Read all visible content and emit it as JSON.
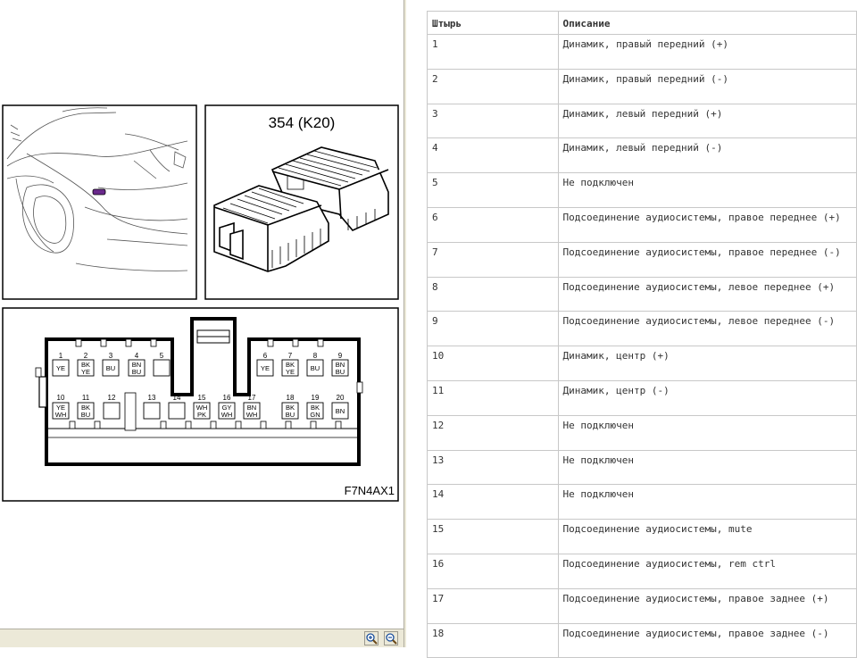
{
  "diagram": {
    "component_label": "354 (K20)",
    "figure_code": "F7N4AX1",
    "pins_top": [
      {
        "num": "1",
        "color": "YE"
      },
      {
        "num": "2",
        "color": "BK\nYE"
      },
      {
        "num": "3",
        "color": "BU"
      },
      {
        "num": "4",
        "color": "BN\nBU"
      },
      {
        "num": "5",
        "color": ""
      },
      {
        "num": "6",
        "color": "YE"
      },
      {
        "num": "7",
        "color": "BK\nYE"
      },
      {
        "num": "8",
        "color": "BU"
      },
      {
        "num": "9",
        "color": "BN\nBU"
      }
    ],
    "pins_bottom": [
      {
        "num": "10",
        "color": "YE\nWH"
      },
      {
        "num": "11",
        "color": "BK\nBU"
      },
      {
        "num": "12",
        "color": ""
      },
      {
        "num": "13",
        "color": ""
      },
      {
        "num": "14",
        "color": ""
      },
      {
        "num": "15",
        "color": "WH\nPK"
      },
      {
        "num": "16",
        "color": "GY\nWH"
      },
      {
        "num": "17",
        "color": "BN\nWH"
      },
      {
        "num": "18",
        "color": "BK\nBU"
      },
      {
        "num": "19",
        "color": "BK\nGN"
      },
      {
        "num": "20",
        "color": "BN"
      }
    ]
  },
  "table": {
    "header_pin": "Штырь",
    "header_desc": "Описание",
    "rows": [
      {
        "pin": "1",
        "desc": "Динамик, правый передний (+)"
      },
      {
        "pin": "2",
        "desc": "Динамик, правый передний (-)"
      },
      {
        "pin": "3",
        "desc": "Динамик, левый передний (+)"
      },
      {
        "pin": "4",
        "desc": "Динамик, левый передний (-)"
      },
      {
        "pin": "5",
        "desc": "Не подключен"
      },
      {
        "pin": "6",
        "desc": "Подсоединение аудиосистемы, правое переднее (+)"
      },
      {
        "pin": "7",
        "desc": "Подсоединение аудиосистемы, правое переднее (-)"
      },
      {
        "pin": "8",
        "desc": "Подсоединение аудиосистемы, левое переднее (+)"
      },
      {
        "pin": "9",
        "desc": "Подсоединение аудиосистемы, левое переднее (-)"
      },
      {
        "pin": "10",
        "desc": "Динамик, центр (+)"
      },
      {
        "pin": "11",
        "desc": "Динамик, центр (-)"
      },
      {
        "pin": "12",
        "desc": "Не подключен"
      },
      {
        "pin": "13",
        "desc": "Не подключен"
      },
      {
        "pin": "14",
        "desc": "Не подключен"
      },
      {
        "pin": "15",
        "desc": "Подсоединение аудиосистемы, mute"
      },
      {
        "pin": "16",
        "desc": "Подсоединение аудиосистемы, rem ctrl"
      },
      {
        "pin": "17",
        "desc": "Подсоединение аудиосистемы, правое заднее (+)"
      },
      {
        "pin": "18",
        "desc": "Подсоединение аудиосистемы, правое заднее (-)"
      }
    ]
  },
  "toolbar": {
    "zoom_in_icon": "zoom-in-icon",
    "zoom_out_icon": "zoom-out-icon"
  },
  "colors": {
    "locator_highlight": "#6a2a8c",
    "chrome": "#ece9d8"
  }
}
